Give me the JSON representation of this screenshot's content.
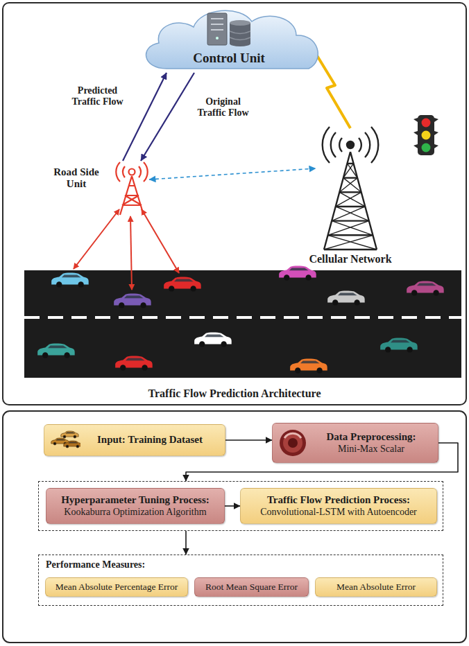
{
  "diagram": {
    "nodes": [
      {
        "text": [
          "Traffic Flow Prediction Architecture"
        ]
      },
      {
        "text": [
          "Control Unit"
        ],
        "in": 0
      },
      {
        "text": [
          "Road Side Unit"
        ],
        "in": 0
      },
      {
        "text": [
          "Cellular Network"
        ],
        "in": 0
      },
      {
        "text": [
          "Input: Training Dataset"
        ]
      },
      {
        "text": [
          "Data Preprocessing:",
          "Mini-Max Scalar"
        ]
      },
      {
        "text": []
      },
      {
        "text": [
          "Hyperparameter Tuning Process:",
          "Kookaburra Optimization Algorithm"
        ],
        "in": 6
      },
      {
        "text": [
          "Traffic Flow Prediction Process:",
          "Convolutional-LSTM with Autoencoder"
        ],
        "in": 6
      },
      {
        "text": [
          "Performance Measures:"
        ]
      },
      {
        "text": [
          "Mean Absolute Percentage Error"
        ],
        "in": 9
      },
      {
        "text": [
          "Root Mean Square Error"
        ],
        "in": 9
      },
      {
        "text": [
          "Mean Absolute Error"
        ],
        "in": 9
      }
    ],
    "edges": [
      {
        "from": 2,
        "to": 1,
        "label": "Predicted Traffic Flow",
        "arrow": "to"
      },
      {
        "from": 1,
        "to": 2,
        "label": "Original Traffic Flow",
        "arrow": "to"
      },
      {
        "from": 2,
        "to": 3,
        "arrow": "both"
      },
      {
        "from": 1,
        "to": 3,
        "arrow": "none"
      },
      {
        "from": 4,
        "to": 5,
        "arrow": "to"
      },
      {
        "from": 5,
        "to": 6,
        "arrow": "to"
      },
      {
        "from": 7,
        "to": 8,
        "arrow": "to"
      },
      {
        "from": 6,
        "to": 9,
        "arrow": "to"
      }
    ]
  }
}
